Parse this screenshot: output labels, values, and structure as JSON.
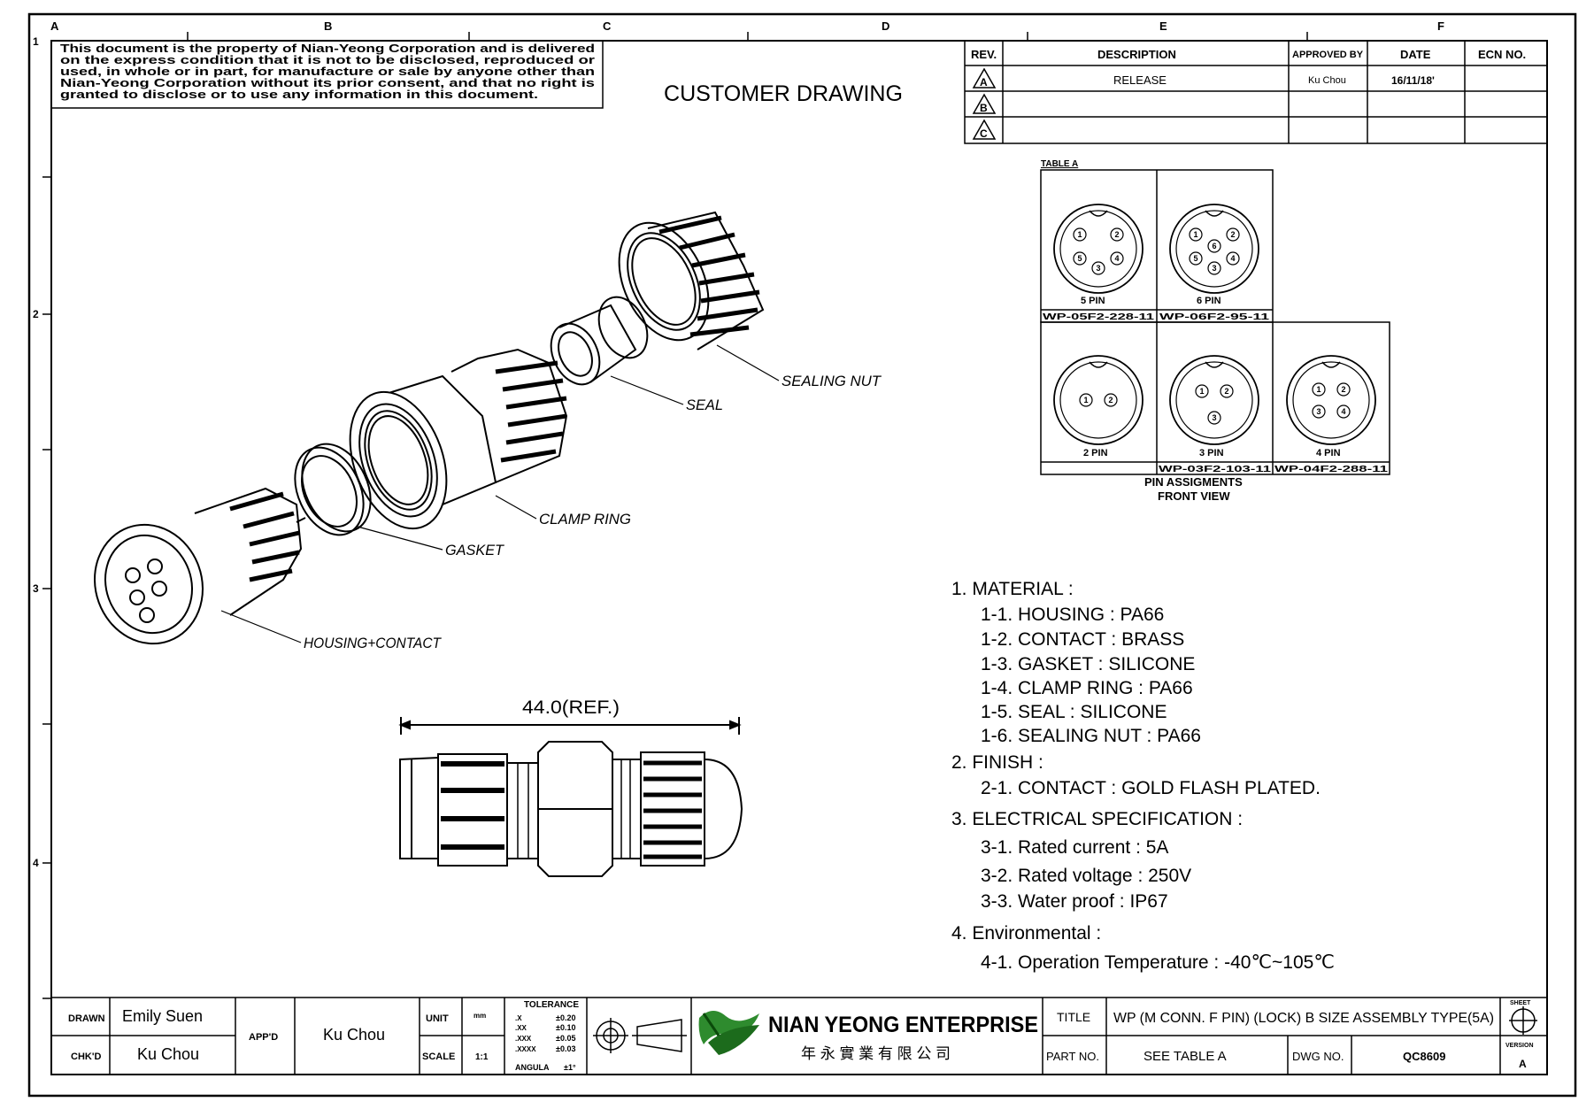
{
  "frame": {
    "top_zones": [
      "A",
      "B",
      "C",
      "D",
      "E",
      "F"
    ],
    "left_zones": [
      "1",
      "2",
      "3",
      "4"
    ]
  },
  "notice": {
    "lines": [
      "This document is the property of Nian-Yeong Corporation and is delivered",
      "on  the  express condition that it is not to be disclosed, reproduced or",
      "used, in whole or in part, for manufacture or sale by anyone other than",
      "Nian-Yeong Corporation without  its prior consent, and that  no right  is",
      "granted to disclose or to use any information in this  document."
    ]
  },
  "drawing_title": "CUSTOMER  DRAWING",
  "revision_table": {
    "headers": [
      "REV.",
      "DESCRIPTION",
      "APPROVED BY",
      "DATE",
      "ECN NO."
    ],
    "rows": [
      {
        "rev": "A",
        "description": "RELEASE",
        "approved_by": "Ku Chou",
        "date": "16/11/18'",
        "ecn": ""
      },
      {
        "rev": "B",
        "description": "",
        "approved_by": "",
        "date": "",
        "ecn": ""
      },
      {
        "rev": "C",
        "description": "",
        "approved_by": "",
        "date": "",
        "ecn": ""
      }
    ]
  },
  "table_a": {
    "title": "TABLE A",
    "cells": [
      {
        "pin_label": "5 PIN",
        "part_no": "WP-05F2-228-11",
        "pins": [
          "1",
          "2",
          "3",
          "4",
          "5"
        ]
      },
      {
        "pin_label": "6 PIN",
        "part_no": "WP-06F2-95-11",
        "pins": [
          "1",
          "2",
          "3",
          "4",
          "5",
          "6"
        ]
      },
      {
        "pin_label": "2 PIN",
        "part_no": "",
        "pins": [
          "1",
          "2"
        ]
      },
      {
        "pin_label": "3 PIN",
        "part_no": "WP-03F2-103-11",
        "pins": [
          "1",
          "2",
          "3"
        ]
      },
      {
        "pin_label": "4 PIN",
        "part_no": "WP-04F2-288-11",
        "pins": [
          "1",
          "2",
          "3",
          "4"
        ]
      }
    ],
    "caption_line1": "PIN  ASSIGMENTS",
    "caption_line2": "FRONT  VIEW"
  },
  "callouts": [
    "SEALING NUT",
    "SEAL",
    "CLAMP RING",
    "GASKET",
    "HOUSING+CONTACT"
  ],
  "dimension_label": "44.0(REF.)",
  "specs": [
    {
      "text": "1.  MATERIAL  :",
      "indent": 0
    },
    {
      "text": "1-1.  HOUSING  :  PA66",
      "indent": 1
    },
    {
      "text": "1-2.  CONTACT  :  BRASS",
      "indent": 1
    },
    {
      "text": "1-3.  GASKET  :  SILICONE",
      "indent": 1
    },
    {
      "text": "1-4.  CLAMP  RING  :  PA66",
      "indent": 1
    },
    {
      "text": "1-5.  SEAL  :  SILICONE",
      "indent": 1
    },
    {
      "text": "1-6.  SEALING  NUT  :  PA66",
      "indent": 1
    },
    {
      "text": "2.  FINISH  :",
      "indent": 0
    },
    {
      "text": "2-1.  CONTACT  :  GOLD  FLASH  PLATED.",
      "indent": 1
    },
    {
      "text": "3.  ELECTRICAL  SPECIFICATION  :",
      "indent": 0
    },
    {
      "text": "3-1.  Rated  current  :  5A",
      "indent": 1
    },
    {
      "text": "3-2.  Rated  voltage  :  250V",
      "indent": 1
    },
    {
      "text": "3-3.  Water  proof  :  IP67",
      "indent": 1
    },
    {
      "text": "4.  Environmental  :",
      "indent": 0
    },
    {
      "text": "4-1.  Operation  Temperature  :  -40℃~105℃",
      "indent": 1
    }
  ],
  "title_block": {
    "drawn_label": "DRAWN",
    "drawn": "Emily Suen",
    "chkd_label": "CHK'D",
    "chkd": "Ku Chou",
    "appd_label": "APP'D",
    "appd": "Ku Chou",
    "unit_label": "UNIT",
    "unit": "mm",
    "scale_label": "SCALE",
    "scale": "1:1",
    "tolerance_title": "TOLERANCE",
    "tolerances": [
      {
        "k": ".X",
        "v": "±0.20"
      },
      {
        "k": ".XX",
        "v": "±0.10"
      },
      {
        "k": ".XXX",
        "v": "±0.05"
      },
      {
        "k": ".XXXX",
        "v": "±0.03"
      },
      {
        "k": "ANGULA",
        "v": "±1°"
      }
    ],
    "company_name": "NIAN YEONG ENTERPRISE",
    "company_chinese": "年 永 實 業 有 限 公 司",
    "title_label": "TITLE",
    "title": "WP (M CONN. F PIN) (LOCK) B SIZE ASSEMBLY TYPE(5A)",
    "partno_label": "PART NO.",
    "partno": "SEE TABLE A",
    "dwgno_label": "DWG NO.",
    "dwgno": "QC8609",
    "sheet_label": "SHEET",
    "version_label": "VERSION",
    "version": "A"
  }
}
